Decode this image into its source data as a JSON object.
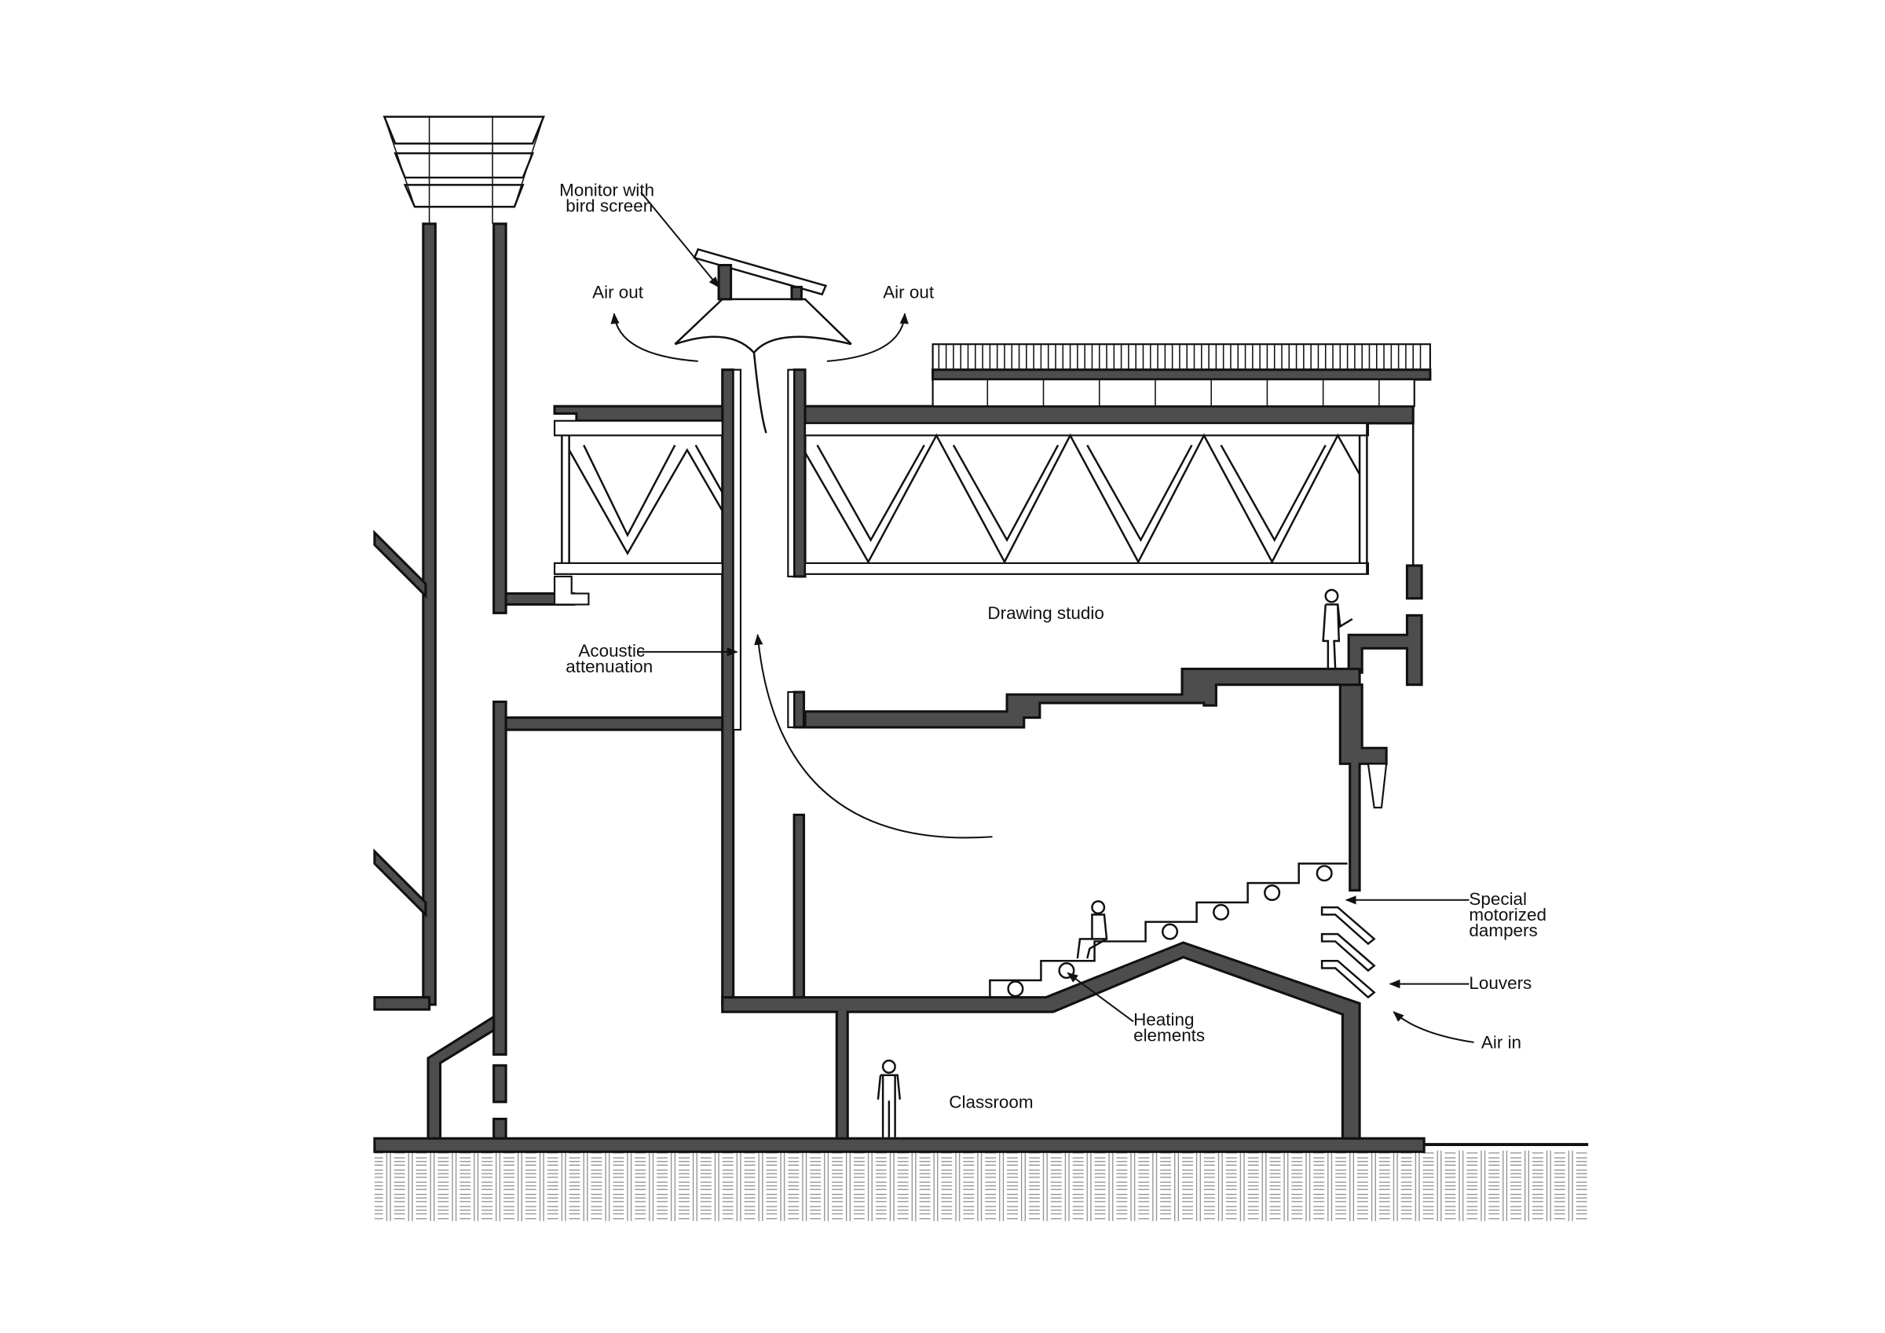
{
  "labels": {
    "monitor": [
      "Monitor with",
      "bird screen"
    ],
    "air_out_left": "Air out",
    "air_out_right": "Air out",
    "acoustic": [
      "Acoustic",
      "attenuation"
    ],
    "drawing_studio": "Drawing studio",
    "dampers": [
      "Special",
      "motorized",
      "dampers"
    ],
    "louvers": "Louvers",
    "air_in": "Air in",
    "heating": [
      "Heating",
      "elements"
    ],
    "classroom": "Classroom"
  },
  "colors": {
    "wall_fill": "#4d4d4d",
    "line": "#111111",
    "background": "#ffffff"
  }
}
